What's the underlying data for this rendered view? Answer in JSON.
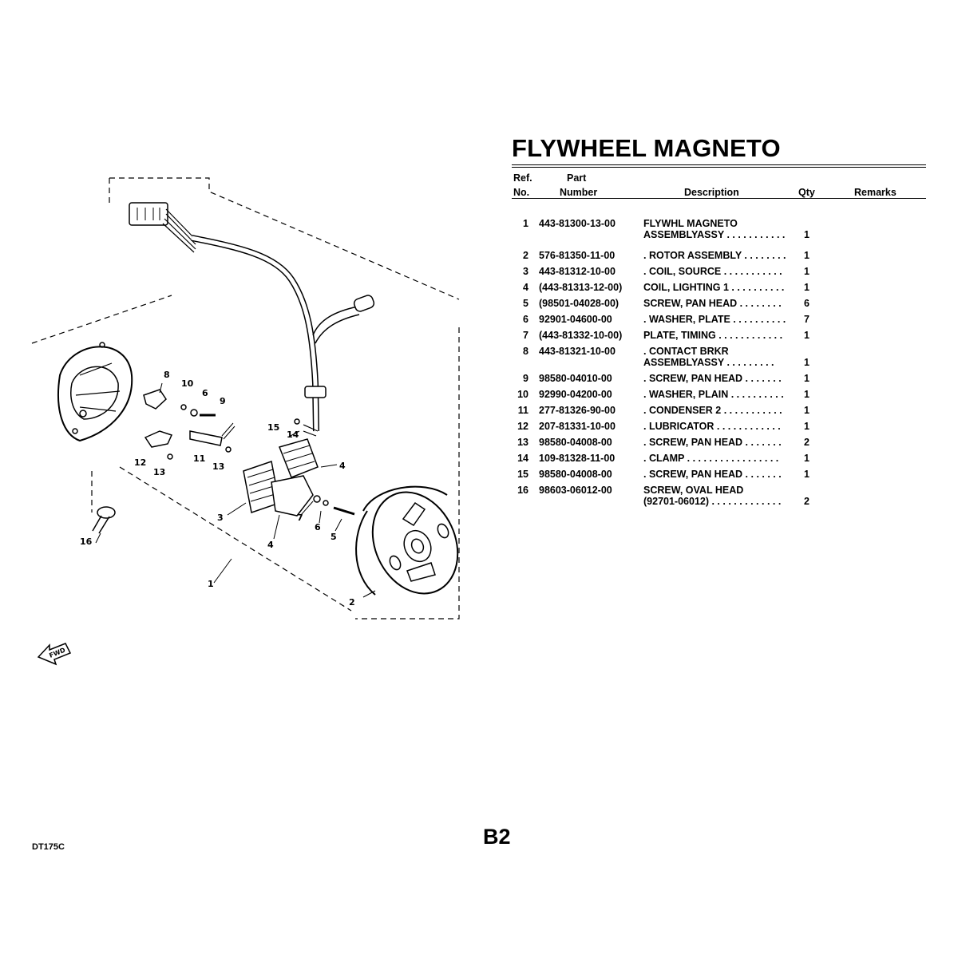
{
  "title": "FLYWHEEL MAGNETO",
  "table": {
    "headers": {
      "ref_1": "Ref.",
      "ref_2": "No.",
      "part_1": "Part",
      "part_2": "Number",
      "description": "Description",
      "qty": "Qty",
      "remarks": "Remarks"
    },
    "rows": [
      {
        "no": "1",
        "number": "443-81300-13-00",
        "desc": "FLYWHL MAGNETO",
        "desc2": "ASSEMBLYASSY . . . . . . . . . . .",
        "qty": "1"
      },
      {
        "no": "2",
        "number": "576-81350-11-00",
        "desc": ". ROTOR ASSEMBLY  . . . . . . . .",
        "qty": "1"
      },
      {
        "no": "3",
        "number": "443-81312-10-00",
        "desc": ". COIL, SOURCE   . . . . . . . . . . .",
        "qty": "1"
      },
      {
        "no": "4",
        "number": "(443-81313-12-00)",
        "desc": "COIL, LIGHTING 1  . . . . . . . . . .",
        "qty": "1"
      },
      {
        "no": "5",
        "number": "(98501-04028-00)",
        "desc": "SCREW, PAN HEAD   . . . . . . . .",
        "qty": "6"
      },
      {
        "no": "6",
        "number": "92901-04600-00",
        "desc": ". WASHER, PLATE  . . . . . . . . . .",
        "qty": "7"
      },
      {
        "no": "7",
        "number": "(443-81332-10-00)",
        "desc": "PLATE, TIMING   . . . . . . . . . . . .",
        "qty": "1"
      },
      {
        "no": "8",
        "number": "443-81321-10-00",
        "desc": ". CONTACT BRKR",
        "desc2": "   ASSEMBLYASSY   . . . . . . . . .",
        "qty": "1"
      },
      {
        "no": "9",
        "number": "98580-04010-00",
        "desc": ". SCREW, PAN HEAD   . . . . . . .",
        "qty": "1"
      },
      {
        "no": "10",
        "number": "92990-04200-00",
        "desc": ". WASHER, PLAIN  . . . . . . . . . .",
        "qty": "1"
      },
      {
        "no": "11",
        "number": "277-81326-90-00",
        "desc": ". CONDENSER 2   . . . . . . . . . . .",
        "qty": "1"
      },
      {
        "no": "12",
        "number": "207-81331-10-00",
        "desc": ". LUBRICATOR   . . . . . . . . . . . .",
        "qty": "1"
      },
      {
        "no": "13",
        "number": "98580-04008-00",
        "desc": ". SCREW, PAN HEAD   . . . . . . .",
        "qty": "2"
      },
      {
        "no": "14",
        "number": "109-81328-11-00",
        "desc": ". CLAMP   . . . . . . . . . . . . . . . . .",
        "qty": "1"
      },
      {
        "no": "15",
        "number": "98580-04008-00",
        "desc": ". SCREW, PAN HEAD   . . . . . . .",
        "qty": "1"
      },
      {
        "no": "16",
        "number": "98603-06012-00",
        "desc": "SCREW, OVAL HEAD",
        "desc2": "(92701-06012)   . . . . . . . . . . . . .",
        "qty": "2"
      }
    ]
  },
  "diagram": {
    "callouts": [
      "1",
      "2",
      "3",
      "4",
      "4",
      "5",
      "6",
      "6",
      "7",
      "8",
      "9",
      "10",
      "11",
      "12",
      "13",
      "13",
      "14",
      "15",
      "16"
    ],
    "fwd_label": "FWD"
  },
  "footer": {
    "model": "DT175C",
    "page": "B2"
  }
}
